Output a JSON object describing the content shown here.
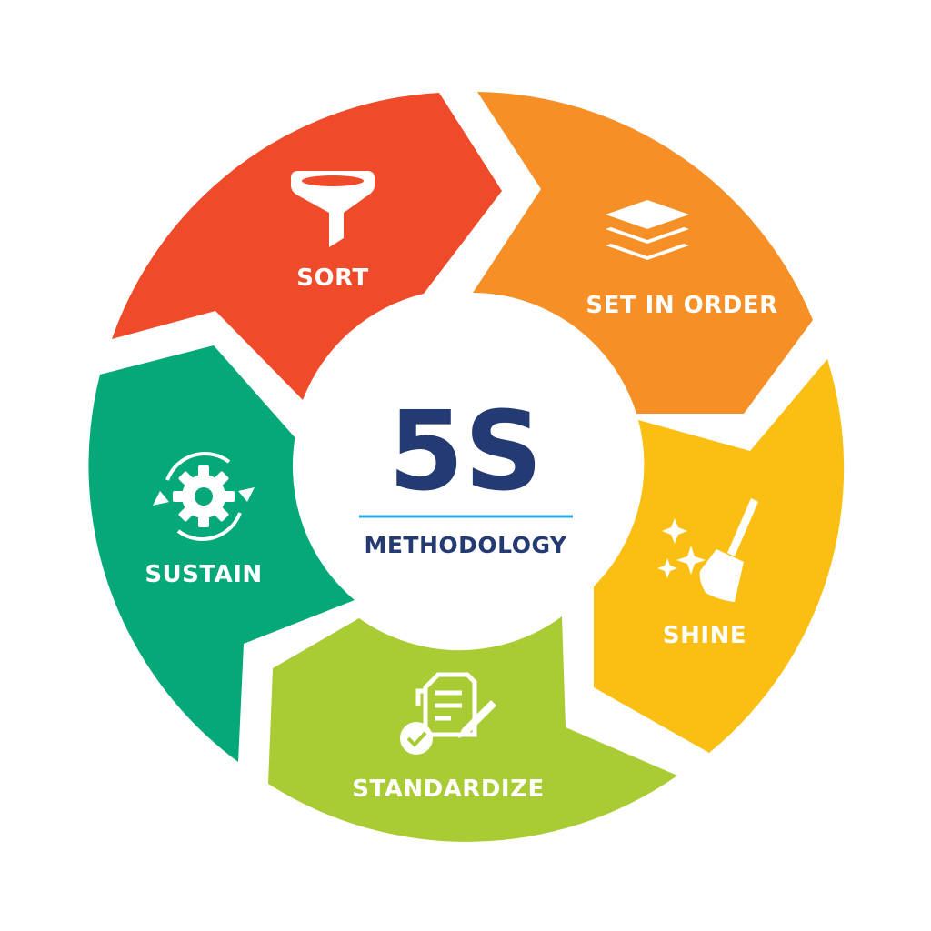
{
  "center": {
    "title": "5S",
    "subtitle": "METHODOLOGY",
    "title_color": "#243a73",
    "subtitle_color": "#243a73",
    "line_color": "#2aa8e0"
  },
  "segments": [
    {
      "key": "sort",
      "label": "SORT",
      "icon": "funnel-icon",
      "color": "#ef4b2a"
    },
    {
      "key": "set_in_order",
      "label": "SET IN ORDER",
      "icon": "layers-icon",
      "color": "#f58f26"
    },
    {
      "key": "shine",
      "label": "SHINE",
      "icon": "broom-sparkle-icon",
      "color": "#fbbf14"
    },
    {
      "key": "standardize",
      "label": "STANDARDIZE",
      "icon": "checklist-document-icon",
      "color": "#a9cb33"
    },
    {
      "key": "sustain",
      "label": "SUSTAIN",
      "icon": "gear-cycle-icon",
      "color": "#05a879"
    }
  ]
}
